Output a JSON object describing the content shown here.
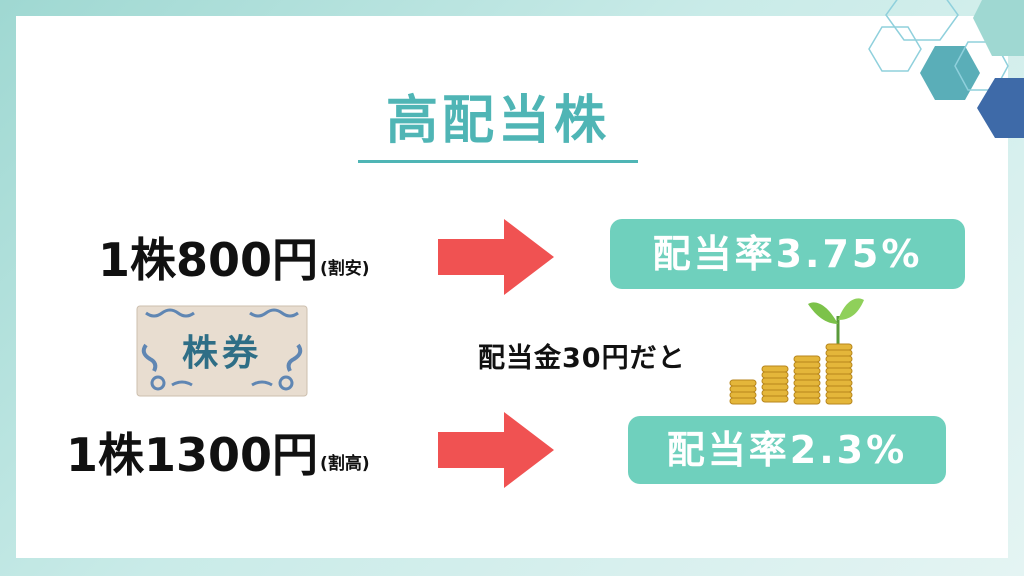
{
  "slide": {
    "title": "高配当株",
    "rows": [
      {
        "price": "1株800円",
        "note": "(割安)",
        "rate": "配当率3.75%"
      },
      {
        "price": "1株1300円",
        "note": "(割高)",
        "rate": "配当率2.3%"
      }
    ],
    "dividend_text": "配当金30円だと",
    "certificate_text": "株券"
  },
  "colors": {
    "accent_teal": "#4fb5b5",
    "rate_badge": "#6fd0bd",
    "arrow_red": "#f05252",
    "hex_teal": "#5aaeb8",
    "hex_blue": "#3e6aa8",
    "certificate_bg": "#e8ddd0",
    "certificate_ink": "#2e6e86",
    "coin_gold": "#e4b63a"
  },
  "icons": [
    "arrow-right-icon",
    "stock-certificate-icon",
    "coin-stacks-sprout-icon",
    "hexagon-decoration"
  ]
}
